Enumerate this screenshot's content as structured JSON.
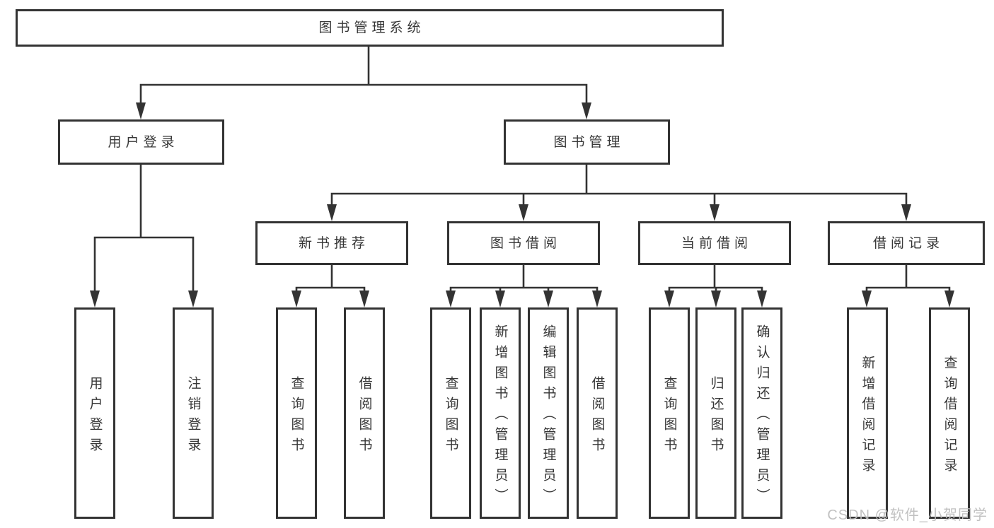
{
  "tree": {
    "root": {
      "label": "图书管理系统"
    },
    "branches": [
      {
        "label": "用户登录",
        "children": [
          {
            "label": "用户登录"
          },
          {
            "label": "注销登录"
          }
        ]
      },
      {
        "label": "图书管理",
        "children": [
          {
            "label": "新书推荐",
            "children": [
              {
                "label": "查询图书"
              },
              {
                "label": "借阅图书"
              }
            ]
          },
          {
            "label": "图书借阅",
            "children": [
              {
                "label": "查询图书"
              },
              {
                "label": "新增图书（管理员）"
              },
              {
                "label": "编辑图书（管理员）"
              },
              {
                "label": "借阅图书"
              }
            ]
          },
          {
            "label": "当前借阅",
            "children": [
              {
                "label": "查询图书"
              },
              {
                "label": "归还图书"
              },
              {
                "label": "确认归还（管理员）"
              }
            ]
          },
          {
            "label": "借阅记录",
            "children": [
              {
                "label": "新增借阅记录"
              },
              {
                "label": "查询借阅记录"
              }
            ]
          }
        ]
      }
    ]
  },
  "watermark": {
    "text": "CSDN @软件_小贺同学"
  },
  "colors": {
    "line": "#333333",
    "text": "#363636",
    "box_background": "#ffffff",
    "page_background": "#ffffff",
    "watermark": "#bebebe"
  }
}
